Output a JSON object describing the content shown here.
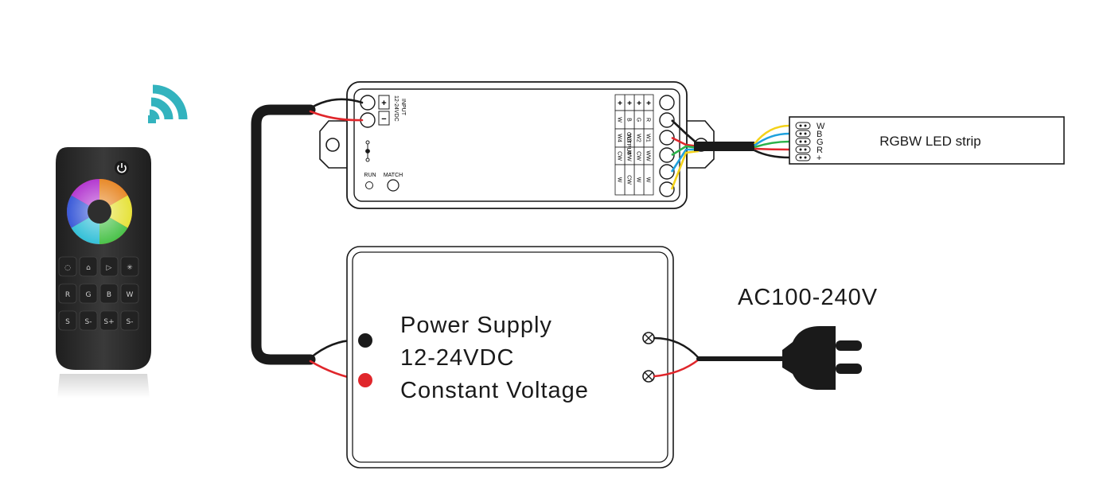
{
  "controller": {
    "input_label": "INPUT",
    "input_voltage": "12-24VDC",
    "plus": "+",
    "minus": "−",
    "run_label": "RUN",
    "match_label": "MATCH",
    "output_label": "OUTPUT",
    "output_columns": [
      [
        "+",
        "R",
        "W1",
        "WW",
        "W"
      ],
      [
        "+",
        "G",
        "W2",
        "CW",
        "W"
      ],
      [
        "+",
        "B",
        "W3",
        "WW",
        "CW"
      ],
      [
        "+",
        "W",
        "W4",
        "CW",
        "W"
      ]
    ]
  },
  "led_strip": {
    "label": "RGBW LED strip",
    "channels": [
      "W",
      "B",
      "G",
      "R",
      "+"
    ]
  },
  "power_supply": {
    "line1": "Power Supply",
    "line2": "12-24VDC",
    "line3": "Constant Voltage"
  },
  "ac_input": {
    "label": "AC100-240V"
  },
  "remote": {
    "keys": [
      [
        "◌",
        "⌂",
        "▷",
        "✳"
      ],
      [
        "R",
        "G",
        "B",
        "W"
      ],
      [
        "S",
        "S-",
        "S+",
        "S-"
      ]
    ]
  },
  "colors": {
    "wire_black": "#1a1a1a",
    "wire_red": "#e0262b",
    "wire_yellow": "#f4d21a",
    "wire_blue": "#1fa1dd",
    "wire_green": "#2bb24a",
    "wifi": "#33b3be",
    "remote_body": "#2e2e2e"
  }
}
